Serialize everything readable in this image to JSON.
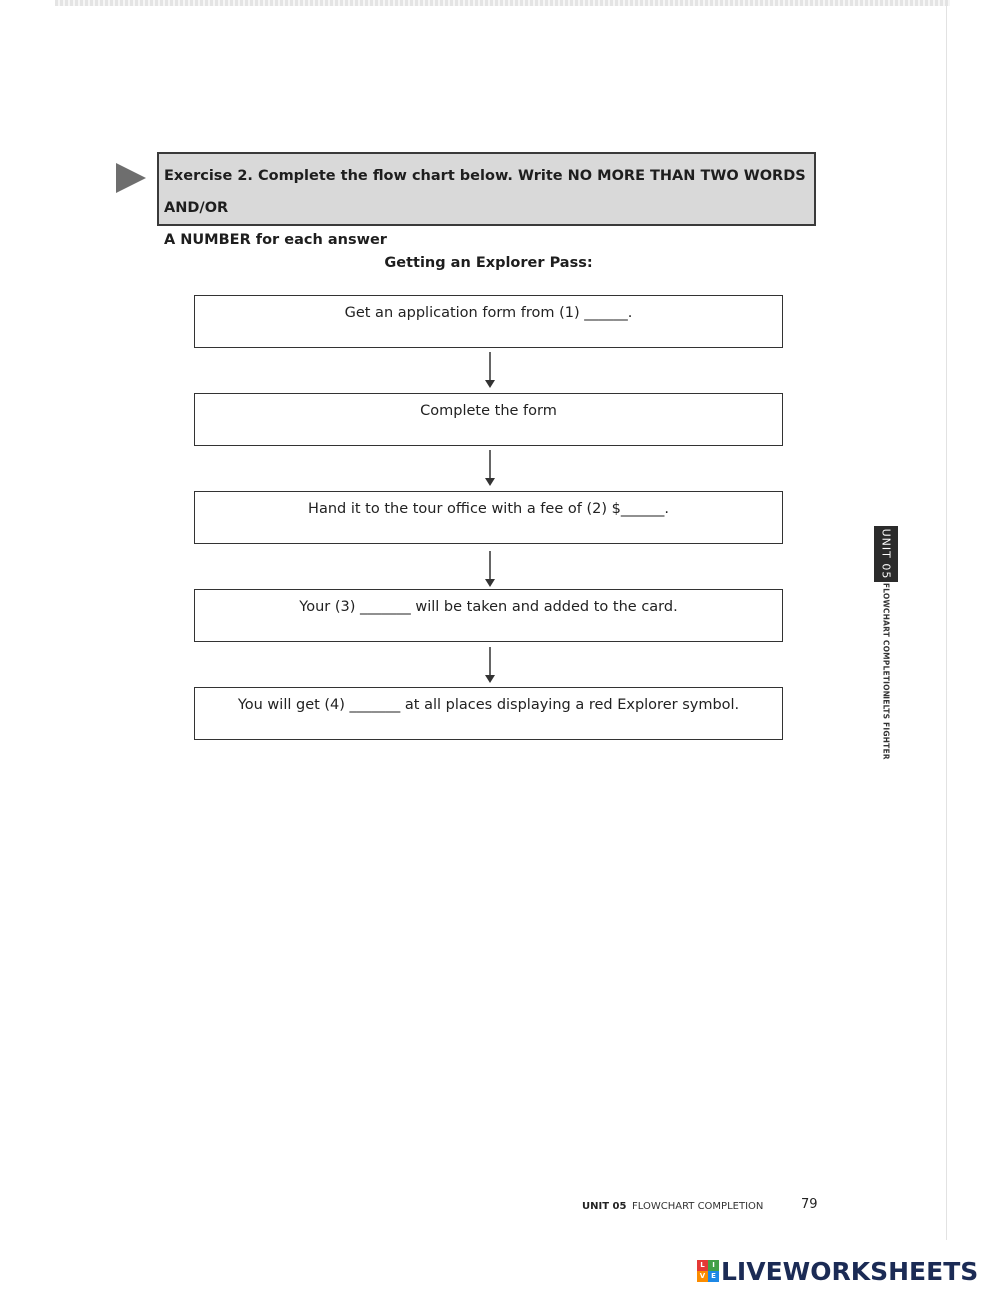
{
  "instruction": {
    "line1": "Exercise 2. Complete the flow chart below. Write NO MORE THAN TWO WORDS AND/OR",
    "line2": "A NUMBER for each answer"
  },
  "flowchart": {
    "title": "Getting an Explorer Pass:",
    "steps": [
      "Get an application form from (1) ______.",
      "Complete the form",
      "Hand it to the tour office with a fee of (2) $______.",
      "Your (3) _______ will be taken and added to the card.",
      "You will get (4) _______ at all places displaying a red Explorer symbol."
    ]
  },
  "side_tab": {
    "unit": "UNIT 05",
    "section": "FLOWCHART COMPLETION",
    "book": "IELTS FIGHTER"
  },
  "footer": {
    "unit": "UNIT 05",
    "section": "FLOWCHART COMPLETION",
    "page_number": "79"
  },
  "watermark": {
    "icon_letters": [
      "L",
      "I",
      "V",
      "E"
    ],
    "icon_colors": [
      "#e53935",
      "#43a047",
      "#fb8c00",
      "#1e88e5"
    ],
    "brand": "LIVEWORKSHEETS"
  }
}
